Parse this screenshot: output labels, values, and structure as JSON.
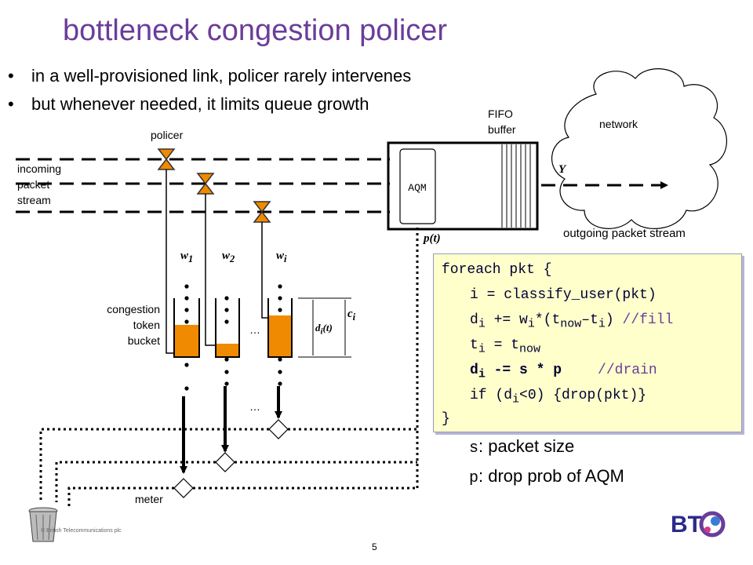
{
  "slide": {
    "title": "bottleneck congestion policer",
    "bullets": [
      "in a well-provisioned link, policer rarely intervenes",
      "but whenever needed, it limits queue growth"
    ],
    "page_number": "5",
    "copyright": "© British Telecommunications plc",
    "bullet_symbol": "•"
  },
  "diagram": {
    "policer_label": "policer",
    "incoming_label": [
      "incoming",
      "packet",
      "stream"
    ],
    "fifo_label": [
      "FIFO",
      "buffer"
    ],
    "network_label": "network",
    "aqm_label": "AQM",
    "y_label": "Y",
    "p_label": "p(t)",
    "outgoing_label": "outgoing packet stream",
    "bucket_label": [
      "congestion",
      "token",
      "bucket"
    ],
    "meter_label": "meter",
    "w_labels": [
      {
        "base": "w",
        "sub": "1"
      },
      {
        "base": "w",
        "sub": "2"
      },
      {
        "base": "w",
        "sub": "i"
      }
    ],
    "c_label": {
      "base": "c",
      "sub": "i"
    },
    "d_label": {
      "base": "d",
      "sub": "i",
      "suffix": "(t)"
    },
    "ellipsis": "…",
    "bucket_fill_levels": [
      0.55,
      0.22,
      0.7
    ],
    "colors": {
      "title": "#6a3d9a",
      "bucket_fill": "#f08a00",
      "policer_icon": "#f08a00",
      "code_bg": "#ffffcc",
      "comment": "#6a3d9a"
    }
  },
  "code": {
    "lines": [
      [
        "foreach pkt {"
      ],
      [
        "i = classify_user(pkt)"
      ],
      [
        "d",
        "i",
        " += w",
        "i",
        "*(t",
        "now",
        "–t",
        "i",
        ") ",
        "//fill"
      ],
      [
        "t",
        "i",
        " = t",
        "now"
      ],
      [
        "d",
        "i",
        " -= s * p",
        "//drain"
      ],
      [
        "if (d",
        "i",
        "<0) {drop(pkt)}"
      ],
      [
        "}"
      ]
    ]
  },
  "legend": [
    {
      "symbol": "s",
      "text": ": packet size"
    },
    {
      "symbol": "p",
      "text": ": drop prob of AQM"
    }
  ],
  "icons": [
    "valve-icon",
    "trash-can-icon",
    "bt-logo-icon",
    "cloud-icon",
    "diamond-meter-icon"
  ]
}
